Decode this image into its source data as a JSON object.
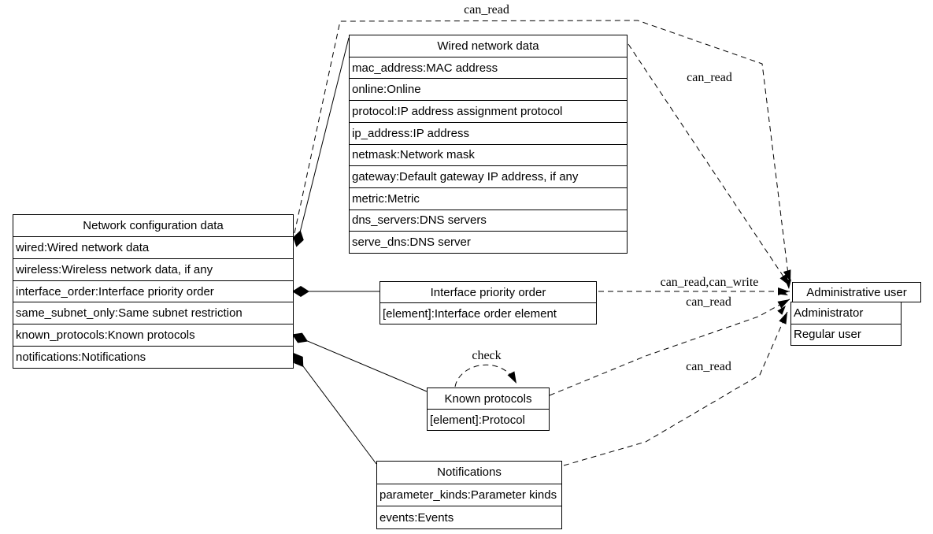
{
  "diagram": {
    "nodes": {
      "network_config": {
        "title": "Network configuration data",
        "rows": [
          "wired:Wired network data",
          "wireless:Wireless network data, if any",
          "interface_order:Interface priority order",
          "same_subnet_only:Same subnet restriction",
          "known_protocols:Known protocols",
          "notifications:Notifications"
        ]
      },
      "wired": {
        "title": "Wired network data",
        "rows": [
          "mac_address:MAC address",
          "online:Online",
          "protocol:IP address assignment protocol",
          "ip_address:IP address",
          "netmask:Network mask",
          "gateway:Default gateway IP address, if any",
          "metric:Metric",
          "dns_servers:DNS servers",
          "serve_dns:DNS server"
        ]
      },
      "interface_order": {
        "title": "Interface priority order",
        "rows": [
          "[element]:Interface order element"
        ]
      },
      "known_protocols": {
        "title": "Known protocols",
        "rows": [
          "[element]:Protocol"
        ]
      },
      "notifications": {
        "title": "Notifications",
        "rows": [
          "parameter_kinds:Parameter kinds",
          "events:Events"
        ]
      },
      "admin_user": {
        "title": "Administrative user",
        "rows": [
          "Administrator",
          "Regular user"
        ]
      }
    },
    "edge_labels": {
      "can_read_top": "can_read",
      "can_read_wired": "can_read",
      "can_read_write_interface": "can_read,can_write",
      "can_read_known": "can_read",
      "can_read_notifications": "can_read",
      "check_loop": "check"
    },
    "colors": {
      "line": "#000000",
      "background": "#ffffff"
    }
  }
}
